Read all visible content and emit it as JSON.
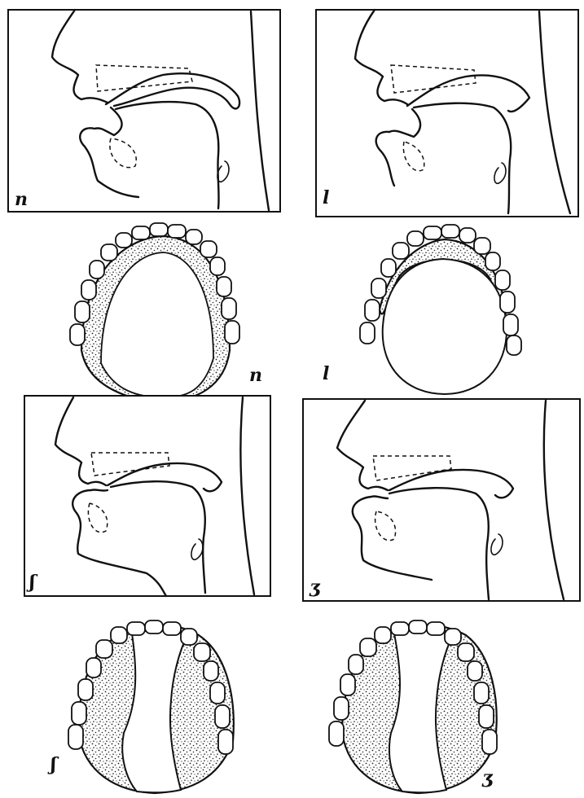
{
  "panels": {
    "n_sagittal": {
      "label": "n"
    },
    "l_sagittal": {
      "label": "l"
    },
    "sh_sagittal": {
      "label": "ʃ"
    },
    "zh_sagittal": {
      "label": "ʒ"
    }
  },
  "palatograms": {
    "n": {
      "label": "n"
    },
    "l": {
      "label": "l"
    },
    "sh": {
      "label": "ʃ"
    },
    "zh": {
      "label": "ʒ"
    }
  },
  "colors": {
    "ink": "#111111",
    "paper": "#ffffff"
  }
}
